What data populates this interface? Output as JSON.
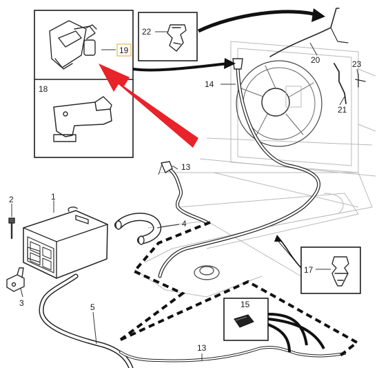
{
  "callouts": {
    "c1": "1",
    "c2": "2",
    "c3": "3",
    "c4": "4",
    "c5": "5",
    "c13a": "13",
    "c13b": "13",
    "c14": "14",
    "c15": "15",
    "c17": "17",
    "c18": "18",
    "c19": "19",
    "c20": "20",
    "c21": "21",
    "c22": "22",
    "c23": "23"
  },
  "colors": {
    "highlight_arrow": "#e8232a",
    "highlight_box": "#f2b24a",
    "line": "#2a2a2a",
    "background_detail": "#b8b8b8"
  },
  "icons": {
    "arrow": "red-pointer-arrow",
    "valve": "purge-valve-icon",
    "bracket": "mounting-bracket-icon",
    "clip": "hose-clip-icon"
  }
}
